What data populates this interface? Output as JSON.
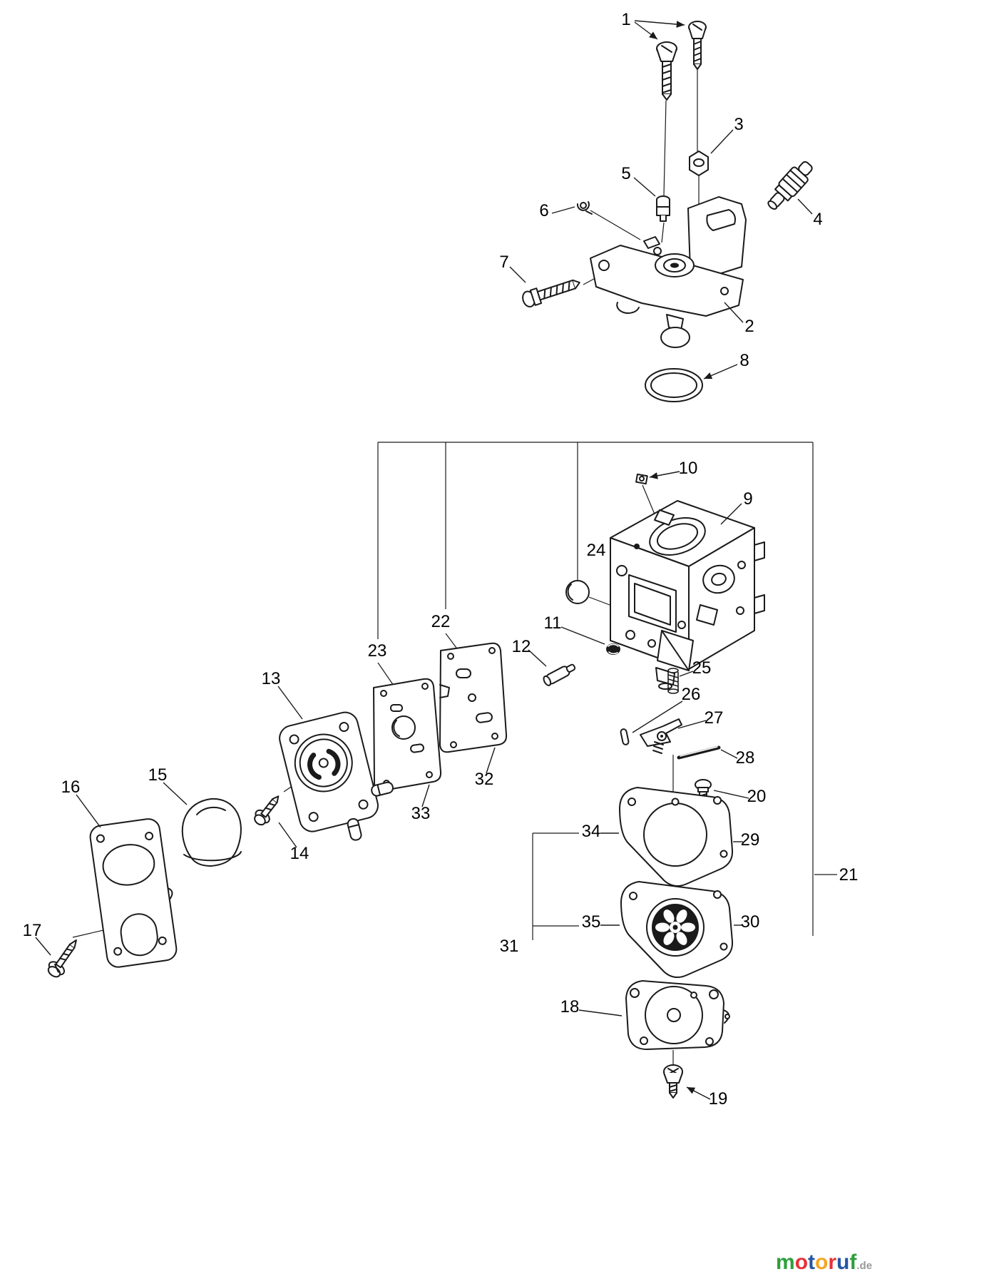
{
  "page": {
    "background": "#ffffff",
    "line_color": "#1a1a1a"
  },
  "callouts": {
    "n1": "1",
    "n2": "2",
    "n3": "3",
    "n4": "4",
    "n5": "5",
    "n6": "6",
    "n7": "7",
    "n8": "8",
    "n9": "9",
    "n10": "10",
    "n11": "11",
    "n12": "12",
    "n13": "13",
    "n14": "14",
    "n15": "15",
    "n16": "16",
    "n17": "17",
    "n18": "18",
    "n19": "19",
    "n20": "20",
    "n21": "21",
    "n22": "22",
    "n23": "23",
    "n24": "24",
    "n25": "25",
    "n26": "26",
    "n27": "27",
    "n28": "28",
    "n29": "29",
    "n30": "30",
    "n31": "31",
    "n32": "32",
    "n33": "33",
    "n34": "34",
    "n35": "35"
  },
  "watermark": {
    "letters": [
      "m",
      "o",
      "t",
      "o",
      "r",
      "u",
      "f"
    ],
    "colors": [
      "#2e9e3c",
      "#e53238",
      "#2456a4",
      "#f5a623",
      "#e53238",
      "#2456a4",
      "#2e9e3c"
    ],
    "suffix": ".de",
    "suffix_color": "#999999"
  }
}
